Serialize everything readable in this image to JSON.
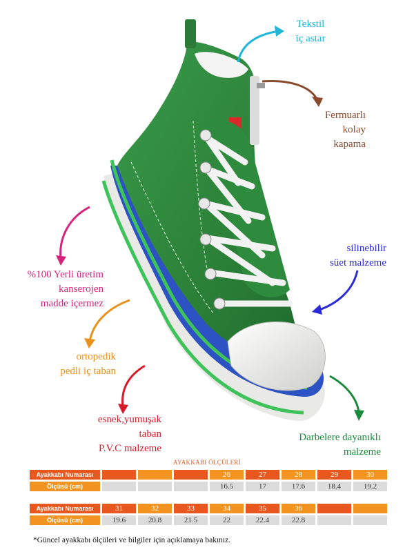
{
  "callouts": {
    "lining": {
      "lines": [
        "Tekstil",
        "iç astar"
      ],
      "color": "#1fb6d8"
    },
    "zipper": {
      "lines": [
        "Fermuarlı",
        "kolay",
        "kapama"
      ],
      "color": "#8a4a2e"
    },
    "origin": {
      "lines": [
        "%100 Yerli üretim",
        "kanserojen",
        "madde içermez"
      ],
      "color": "#d6247d"
    },
    "suede": {
      "lines": [
        "silinebilir",
        "süet malzeme"
      ],
      "color": "#2a2ad6"
    },
    "insole": {
      "lines": [
        "ortopedik",
        "pedli iç taban"
      ],
      "color": "#e8911c"
    },
    "sole": {
      "lines": [
        "esnek,yumuşak",
        "taban",
        "P.V.C  malzeme"
      ],
      "color": "#d7192a"
    },
    "durable": {
      "lines": [
        "Darbelere dayanıklı",
        "malzeme"
      ],
      "color": "#1a8a3a"
    }
  },
  "size_table": {
    "title": "AYAKKABI ÖLÇÜLERİ",
    "row_labels": {
      "number": "Ayakkabı Numarası",
      "cm": "Ölçüsü (cm)"
    },
    "block1": {
      "numbers": [
        "",
        "",
        "",
        "26",
        "27",
        "28",
        "29",
        "30"
      ],
      "cm": [
        "",
        "",
        "",
        "16.5",
        "17",
        "17.6",
        "18.4",
        "19.2"
      ]
    },
    "block2": {
      "numbers": [
        "31",
        "32",
        "33",
        "34",
        "35",
        "36",
        "",
        ""
      ],
      "cm": [
        "19.6",
        "20.8",
        "21.5",
        "22",
        "22.4",
        "22.8",
        "",
        ""
      ]
    }
  },
  "footnote": "*Güncel ayakkabı ölçüleri ve bilgiler için açıklamaya bakınız.",
  "colors": {
    "shoe_green": "#2f8a3e",
    "sole_blue": "#2d52c4",
    "sole_green": "#3ec25a",
    "toe_white": "#f2f2f0"
  }
}
